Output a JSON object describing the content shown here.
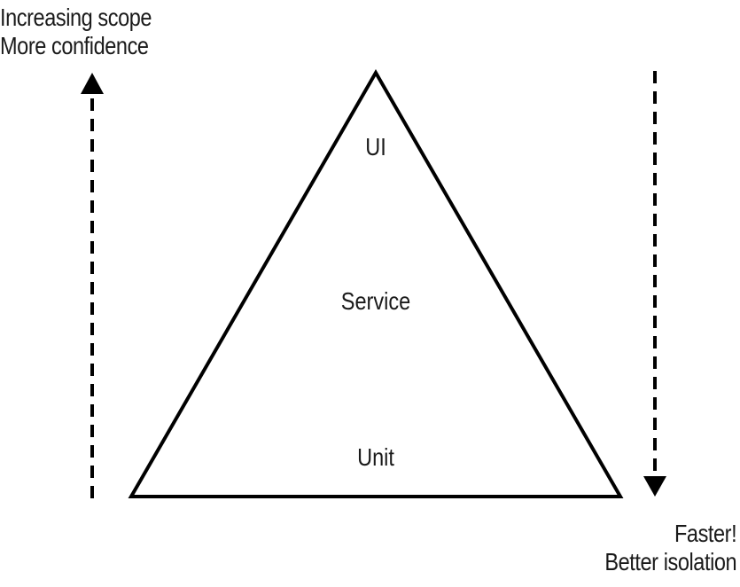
{
  "left_caption": {
    "line1": "Increasing scope",
    "line2": "More confidence"
  },
  "right_caption": {
    "line1": "Faster!",
    "line2": "Better isolation"
  },
  "pyramid": {
    "layers": [
      "UI",
      "Service",
      "Unit"
    ]
  },
  "colors": {
    "ink": "#000000",
    "background": "#ffffff"
  }
}
